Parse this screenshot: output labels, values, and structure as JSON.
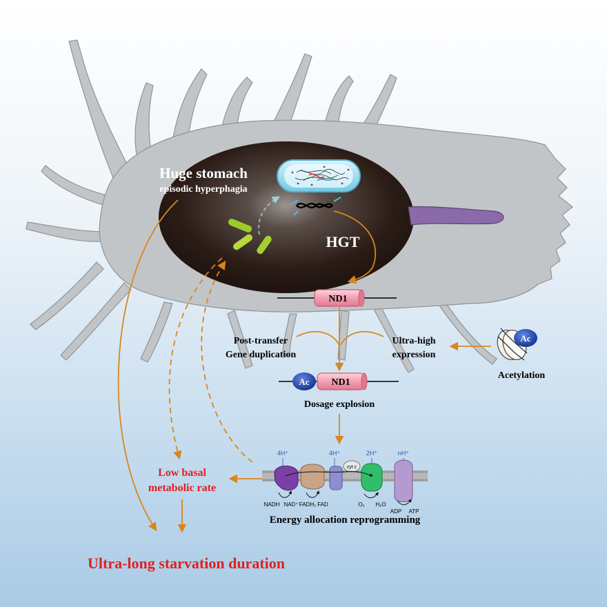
{
  "stomach": {
    "title": "Huge stomach",
    "subtitle": "episodic hyperphagia"
  },
  "hgt": "HGT",
  "gene_top": "ND1",
  "gene_bottom": "ND1",
  "ac_gene": "Ac",
  "ac_histone": "Ac",
  "post_transfer": {
    "line1": "Post-transfer",
    "line2": "Gene duplication"
  },
  "ultra_high": {
    "line1": "Ultra-high",
    "line2": "expression"
  },
  "acetylation": "Acetylation",
  "dosage": "Dosage explosion",
  "etc": {
    "proton_1": "4H⁺",
    "proton_2": "4H⁺",
    "proton_3": "2H⁺",
    "proton_4": "nH⁺",
    "cytc": "cyt c",
    "nadh": "NADH",
    "nad": "NAD⁺",
    "fadh2": "FADH₂",
    "fad": "FAD",
    "o2": "O₂",
    "h2o": "H₂O",
    "adp": "ADP",
    "atp": "ATP"
  },
  "energy": "Energy allocation reprogramming",
  "low_basal": {
    "line1": "Low basal",
    "line2": "metabolic rate"
  },
  "ultra_long": "Ultra-long starvation duration",
  "colors": {
    "orange_arrow": "#d9861c",
    "red_text": "#e02020",
    "body_gray": "#c2c5c8",
    "stomach_dark": "#2a1a14",
    "gene_pink": "#f4a3b4",
    "ac_blue": "#1e3fa8",
    "proboscis": "#8a6aa8"
  }
}
